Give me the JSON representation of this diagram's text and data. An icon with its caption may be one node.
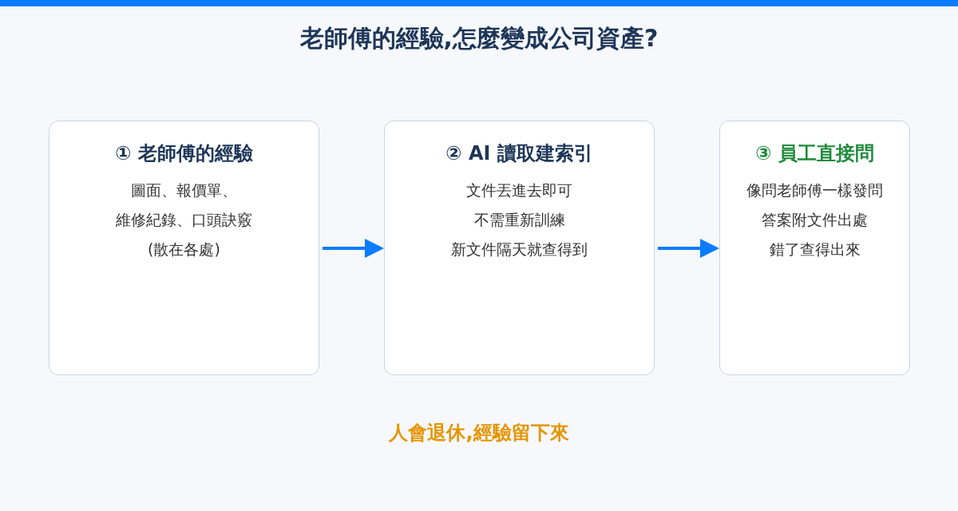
{
  "diagram": {
    "title": "老師傅的經驗,怎麼變成公司資產?",
    "nodes": [
      {
        "text": [
          "① 老師傅的經驗",
          "圖面、報價單、",
          "維修紀錄、口頭訣竅",
          "(散在各處)"
        ]
      },
      {
        "text": [
          "② AI 讀取建索引",
          "文件丟進去即可",
          "不需重新訓練",
          "新文件隔天就查得到"
        ]
      },
      {
        "text": [
          "③ 員工直接問",
          "像問老師傅一樣發問",
          "答案附文件出處",
          "錯了查得出來"
        ]
      }
    ],
    "edges": [
      {
        "from": 0,
        "to": 1,
        "arrow": "to"
      },
      {
        "from": 1,
        "to": 2,
        "arrow": "to"
      }
    ],
    "labels": [
      "人會退休,經驗留下來"
    ]
  }
}
